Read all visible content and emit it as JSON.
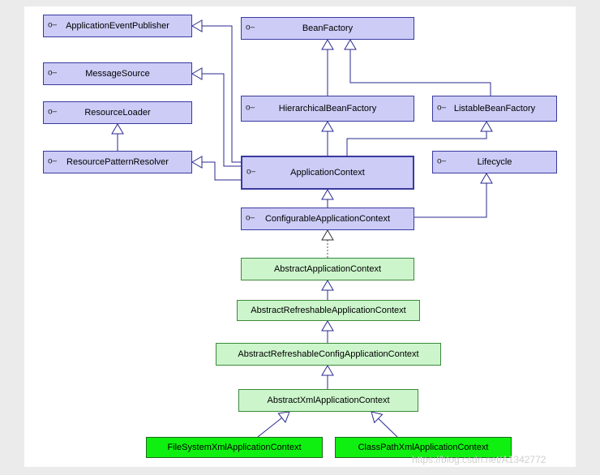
{
  "nodes": [
    {
      "id": "ApplicationEventPublisher",
      "label": "ApplicationEventPublisher",
      "kind": "iface",
      "icon": "interface-icon"
    },
    {
      "id": "BeanFactory",
      "label": "BeanFactory",
      "kind": "iface",
      "icon": "interface-icon"
    },
    {
      "id": "MessageSource",
      "label": "MessageSource",
      "kind": "iface",
      "icon": "interface-icon"
    },
    {
      "id": "ResourceLoader",
      "label": "ResourceLoader",
      "kind": "iface",
      "icon": "interface-icon"
    },
    {
      "id": "HierarchicalBeanFactory",
      "label": "HierarchicalBeanFactory",
      "kind": "iface",
      "icon": "interface-icon"
    },
    {
      "id": "ListableBeanFactory",
      "label": "ListableBeanFactory",
      "kind": "iface",
      "icon": "interface-icon"
    },
    {
      "id": "ResourcePatternResolver",
      "label": "ResourcePatternResolver",
      "kind": "iface",
      "icon": "interface-icon"
    },
    {
      "id": "ApplicationContext",
      "label": "ApplicationContext",
      "kind": "iface",
      "icon": "interface-icon"
    },
    {
      "id": "Lifecycle",
      "label": "Lifecycle",
      "kind": "iface",
      "icon": "interface-icon"
    },
    {
      "id": "ConfigurableApplicationContext",
      "label": "ConfigurableApplicationContext",
      "kind": "iface",
      "icon": "interface-icon"
    },
    {
      "id": "AbstractApplicationContext",
      "label": "AbstractApplicationContext",
      "kind": "abstract"
    },
    {
      "id": "AbstractRefreshableApplicationContext",
      "label": "AbstractRefreshableApplicationContext",
      "kind": "abstract"
    },
    {
      "id": "AbstractRefreshableConfigApplicationContext",
      "label": "AbstractRefreshableConfigApplicationContext",
      "kind": "abstract"
    },
    {
      "id": "AbstractXmlApplicationContext",
      "label": "AbstractXmlApplicationContext",
      "kind": "abstract"
    },
    {
      "id": "FileSystemXmlApplicationContext",
      "label": "FileSystemXmlApplicationContext",
      "kind": "concrete"
    },
    {
      "id": "ClassPathXmlApplicationContext",
      "label": "ClassPathXmlApplicationContext",
      "kind": "concrete"
    }
  ],
  "edges": [
    {
      "from": "HierarchicalBeanFactory",
      "to": "BeanFactory",
      "type": "extends"
    },
    {
      "from": "ListableBeanFactory",
      "to": "BeanFactory",
      "type": "extends"
    },
    {
      "from": "ResourcePatternResolver",
      "to": "ResourceLoader",
      "type": "extends"
    },
    {
      "from": "ApplicationContext",
      "to": "ApplicationEventPublisher",
      "type": "extends"
    },
    {
      "from": "ApplicationContext",
      "to": "MessageSource",
      "type": "extends"
    },
    {
      "from": "ApplicationContext",
      "to": "ResourcePatternResolver",
      "type": "extends"
    },
    {
      "from": "ApplicationContext",
      "to": "HierarchicalBeanFactory",
      "type": "extends"
    },
    {
      "from": "ApplicationContext",
      "to": "ListableBeanFactory",
      "type": "extends"
    },
    {
      "from": "ConfigurableApplicationContext",
      "to": "ApplicationContext",
      "type": "extends"
    },
    {
      "from": "ConfigurableApplicationContext",
      "to": "Lifecycle",
      "type": "extends"
    },
    {
      "from": "AbstractApplicationContext",
      "to": "ConfigurableApplicationContext",
      "type": "implements"
    },
    {
      "from": "AbstractRefreshableApplicationContext",
      "to": "AbstractApplicationContext",
      "type": "extends"
    },
    {
      "from": "AbstractRefreshableConfigApplicationContext",
      "to": "AbstractRefreshableApplicationContext",
      "type": "extends"
    },
    {
      "from": "AbstractXmlApplicationContext",
      "to": "AbstractRefreshableConfigApplicationContext",
      "type": "extends"
    },
    {
      "from": "FileSystemXmlApplicationContext",
      "to": "AbstractXmlApplicationContext",
      "type": "extends"
    },
    {
      "from": "ClassPathXmlApplicationContext",
      "to": "AbstractXmlApplicationContext",
      "type": "extends"
    }
  ],
  "icon_glyph": "o–",
  "colors": {
    "interface_fill": "#ccccf7",
    "abstract_fill": "#ccf5cc",
    "concrete_fill": "#10f010",
    "edge": "#2a2a90"
  },
  "watermark": "https://blog.csdn.net/A1342772"
}
